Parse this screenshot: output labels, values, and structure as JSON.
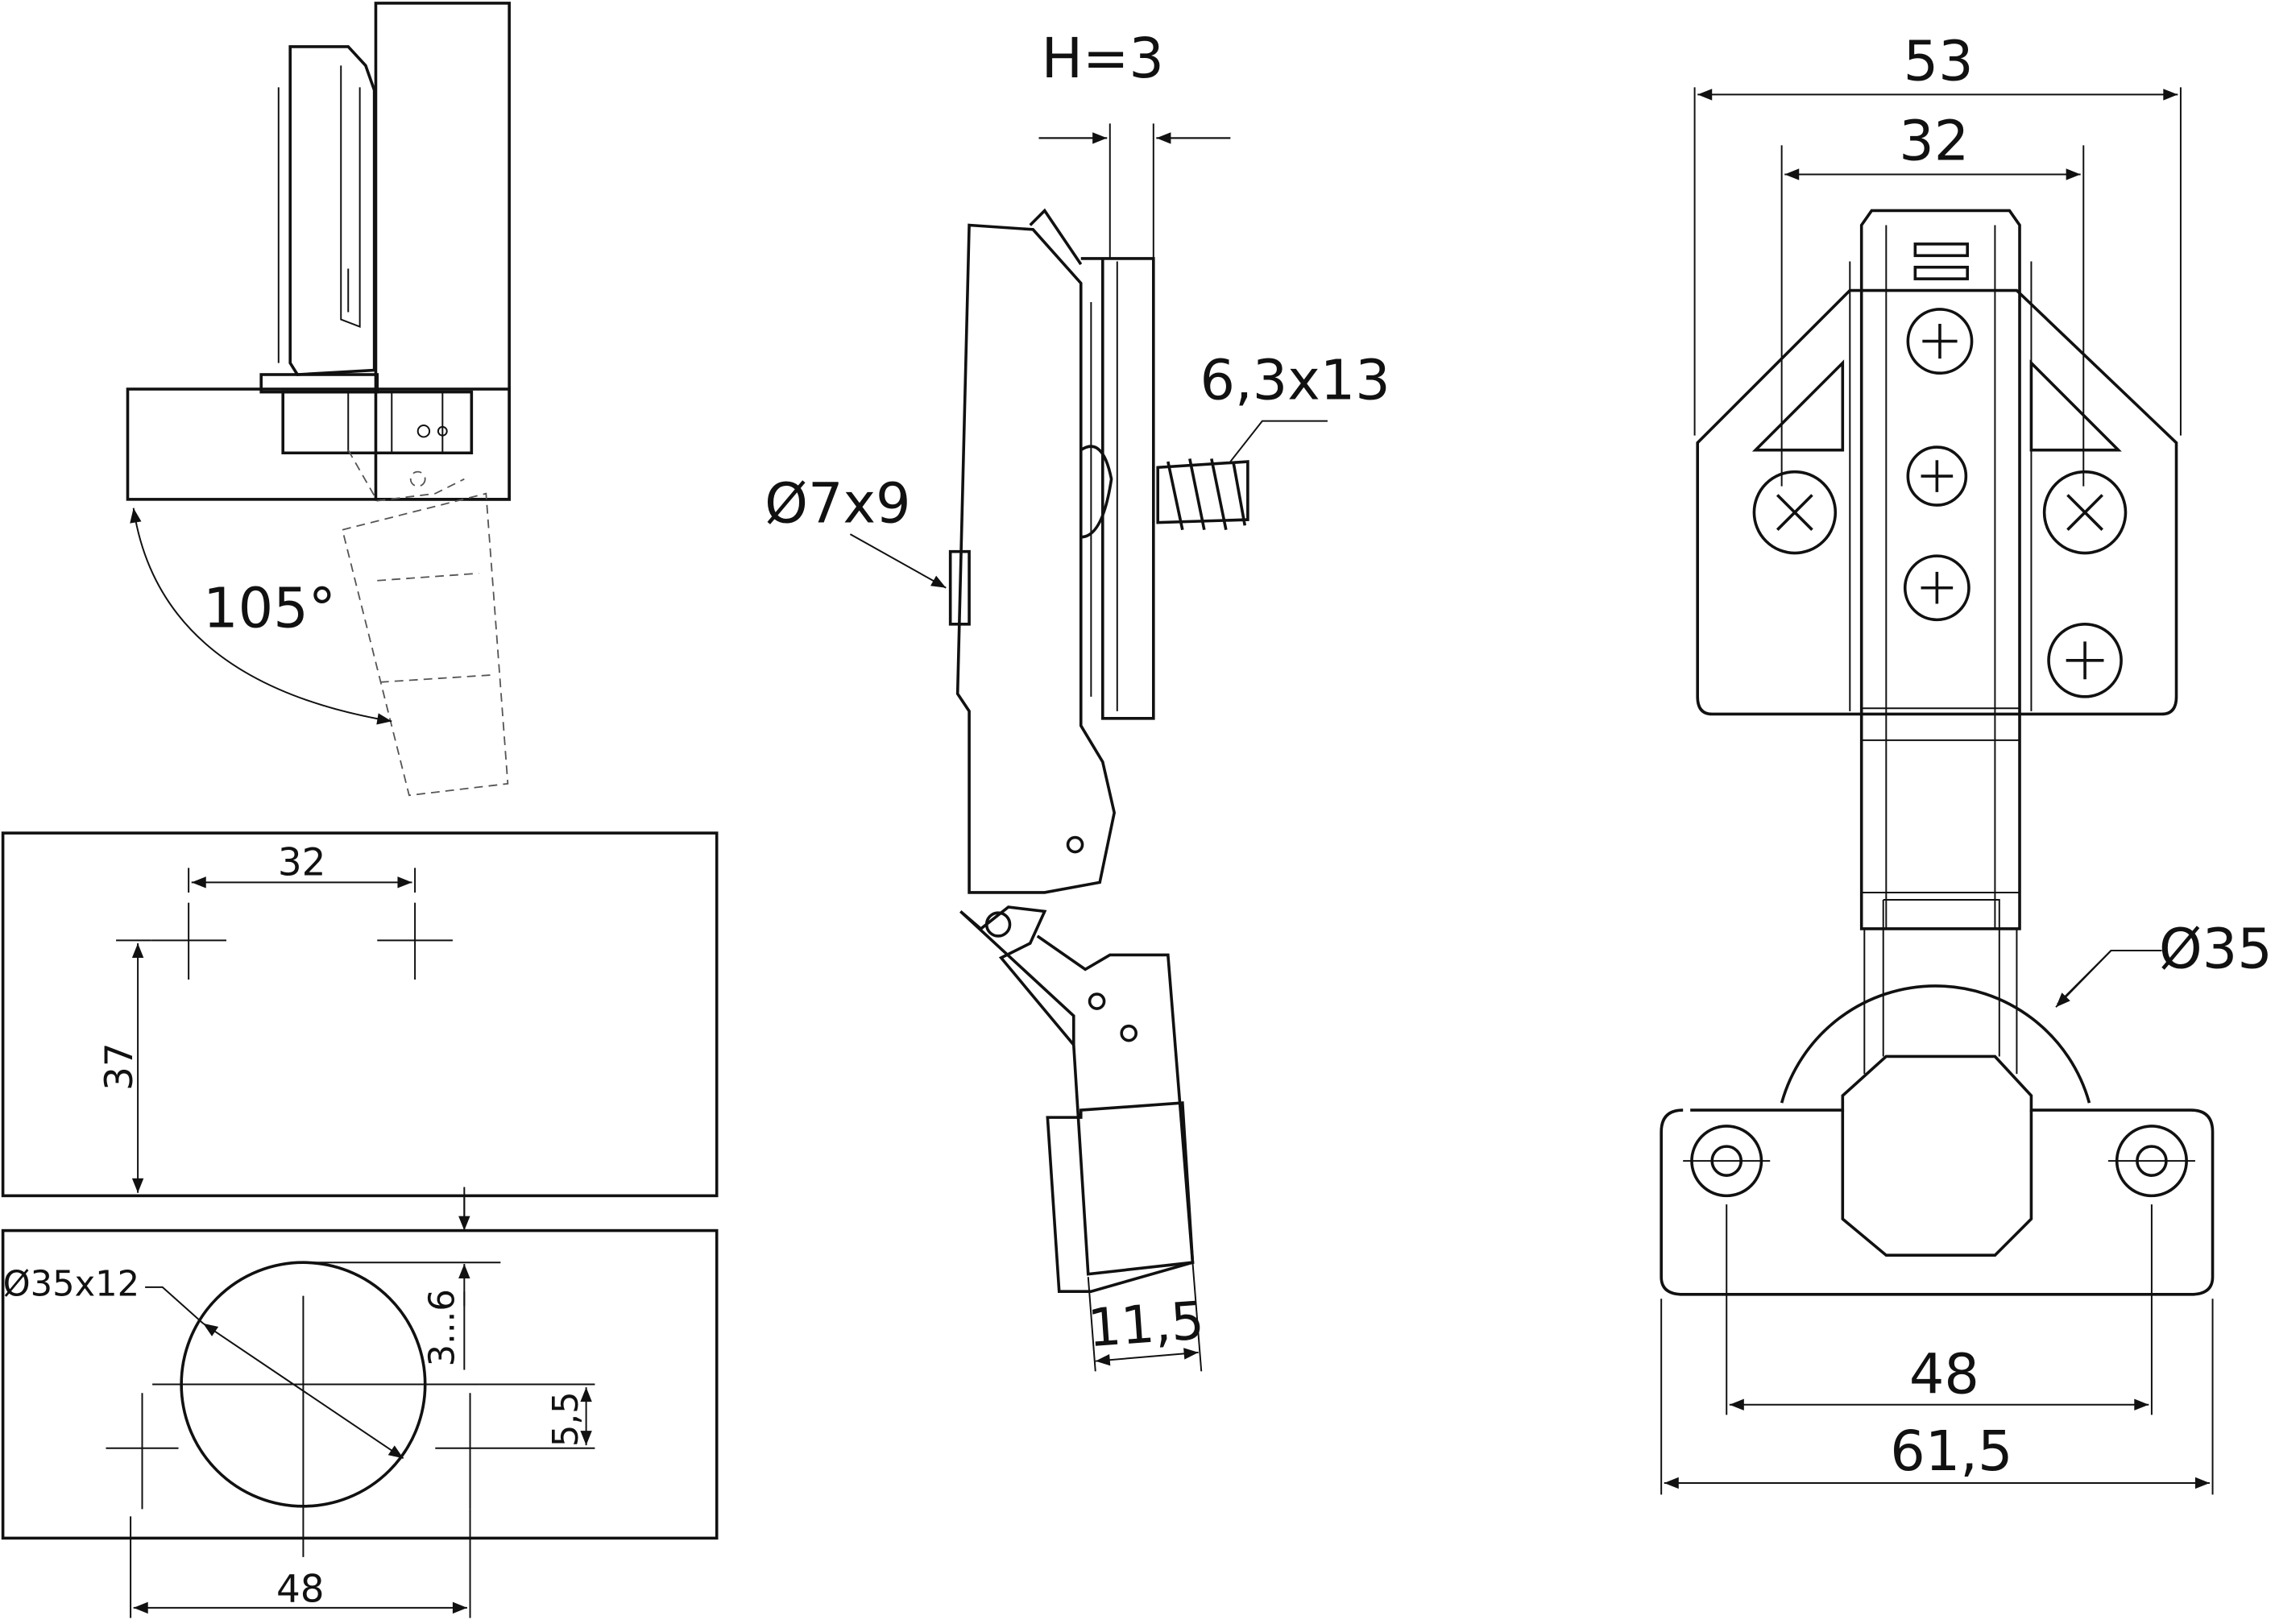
{
  "side_view": {
    "angle_label": "105°"
  },
  "drilling_top": {
    "spacing_label": "32",
    "depth_label": "37"
  },
  "drilling_bottom": {
    "cup_label": "Ø35x12",
    "edge_label": "3...6",
    "offset_label": "5,5",
    "spacing_label": "48"
  },
  "profile_view": {
    "overlay_label": "H=3",
    "screw_label": "6,3x13",
    "dowel_label": "Ø7x9",
    "depth_label": "11,5"
  },
  "front_view": {
    "width_label": "53",
    "plate_holes_label": "32",
    "cup_label": "Ø35",
    "cup_holes_label": "48",
    "cup_width_label": "61,5"
  }
}
